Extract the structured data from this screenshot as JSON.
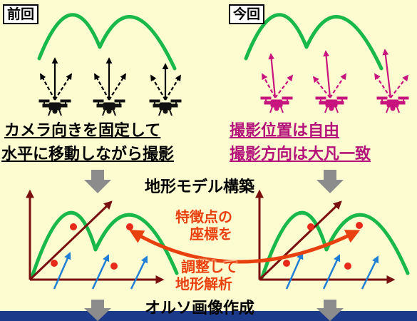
{
  "colors": {
    "background": "#fdfbd0",
    "terrain": "#19b84a",
    "camera_before": "#000000",
    "camera_now": "#c8147e",
    "axis": "#7a0f0f",
    "view_arrow": "#1f7fd6",
    "feature_point": "#e82a1a",
    "adjust_arrow": "#e8400f",
    "flow_arrow": "#8c8c8c",
    "band": "#1c3a8a"
  },
  "panels": {
    "before": {
      "label": "前回",
      "caption_line1": "カメラ向きを固定して",
      "caption_line2": "水平に移動しながら撮影"
    },
    "now": {
      "label": "今回",
      "caption_line1": "撮影位置は自由",
      "caption_line2": "撮影方向は大凡一致"
    }
  },
  "steps": {
    "model": "地形モデル構築",
    "ortho": "オルソ画像作成"
  },
  "adjustment": {
    "line1": "特徴点の",
    "line2": "座標を",
    "line3": "調整して",
    "line4": "地形解析"
  }
}
